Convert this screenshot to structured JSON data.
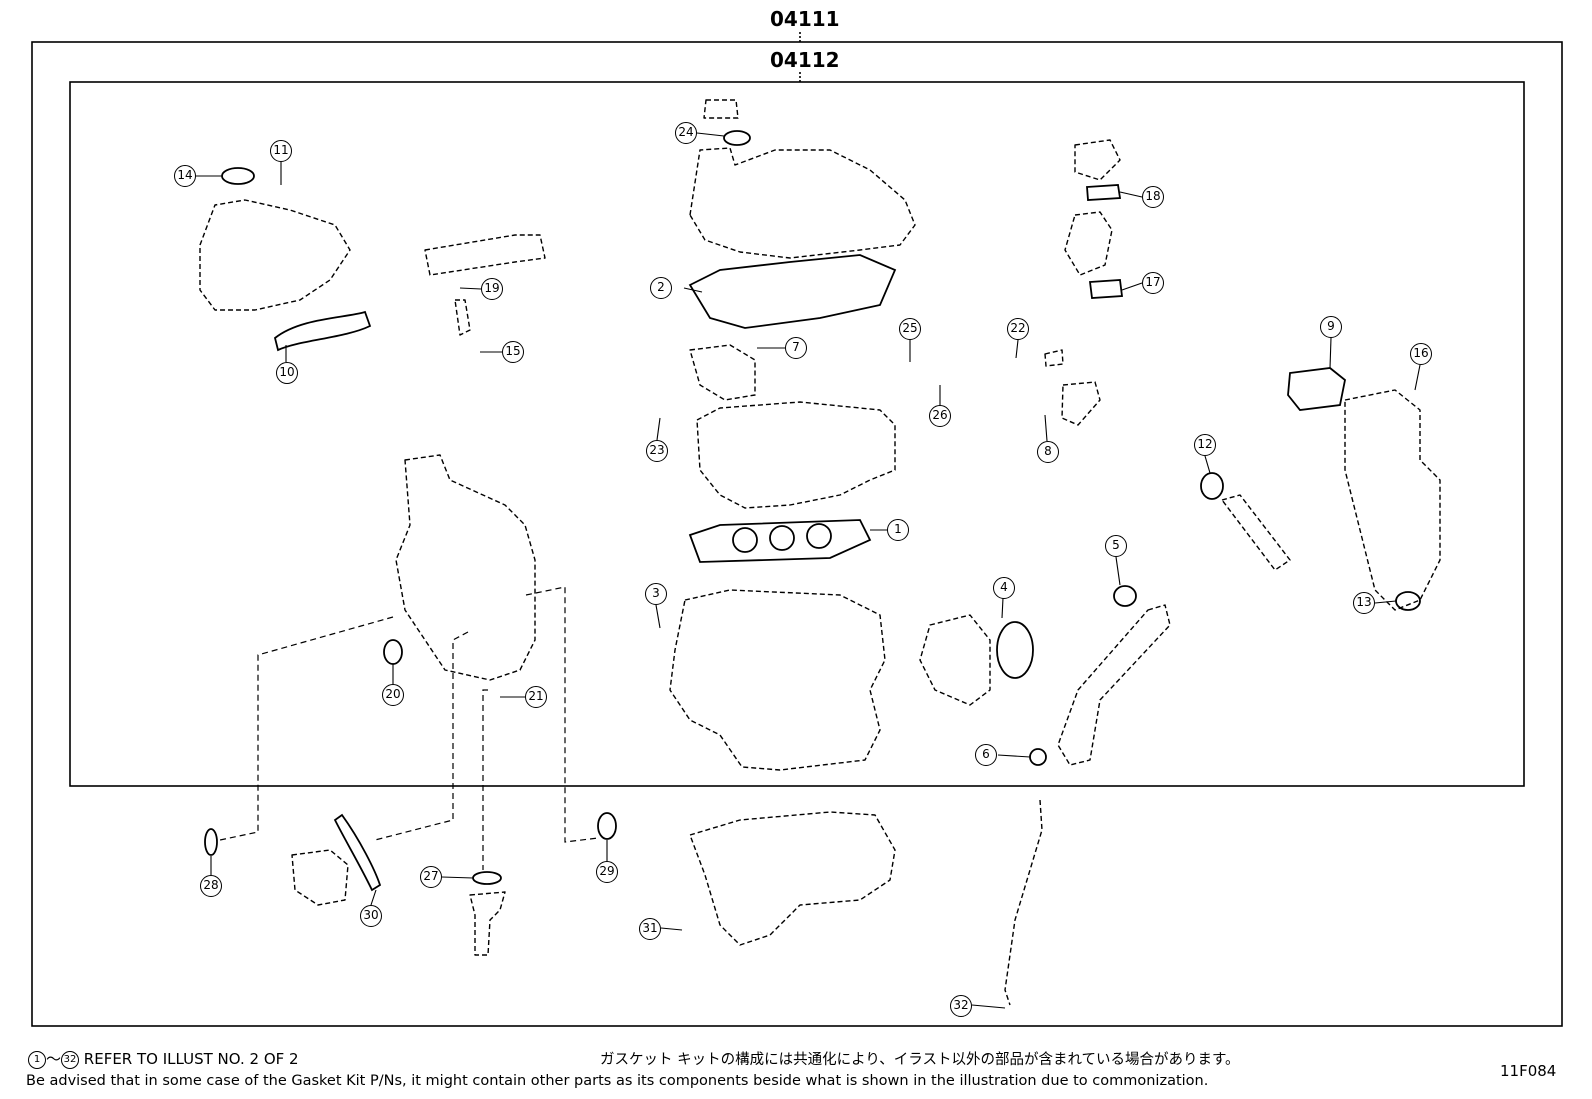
{
  "kit_outer_number": "04111",
  "kit_inner_number": "04112",
  "callouts": [
    "1",
    "2",
    "3",
    "4",
    "5",
    "6",
    "7",
    "8",
    "9",
    "10",
    "11",
    "12",
    "13",
    "14",
    "15",
    "16",
    "17",
    "18",
    "19",
    "20",
    "21",
    "22",
    "23",
    "24",
    "25",
    "26",
    "27",
    "28",
    "29",
    "30",
    "31",
    "32"
  ],
  "footer": {
    "range_start": "1",
    "range_sep": "～",
    "range_end": "32",
    "refer_text": "REFER TO ILLUST NO. 2 OF 2",
    "japanese_note": "ガスケット キットの構成には共通化により、イラスト以外の部品が含まれている場合があります。",
    "english_note": "Be advised that in some case of the Gasket Kit P/Ns,  it might contain other parts as its components beside what is shown in the illustration due to commonization.",
    "illustration_code": "11F084"
  }
}
